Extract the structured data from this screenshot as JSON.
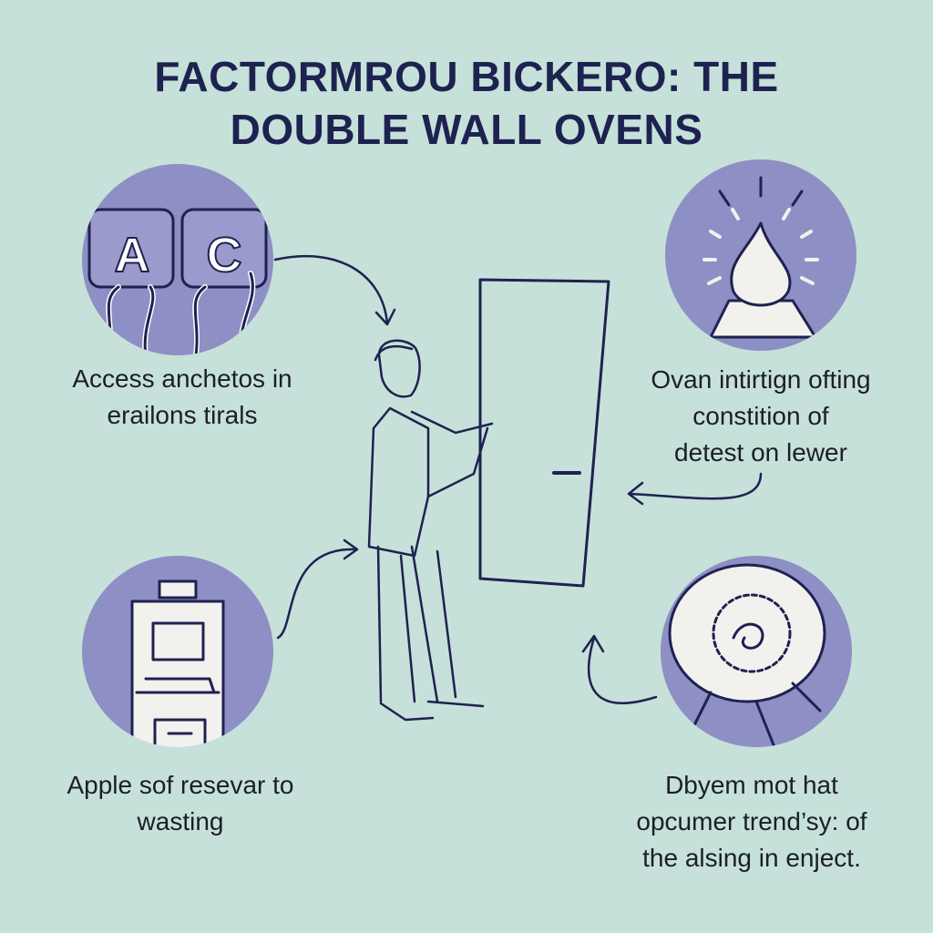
{
  "title": {
    "line1": "FACTORMROU BICKERO: THE",
    "line2": "DOUBLE WALL OVENS"
  },
  "colors": {
    "background": "#c6e1d9",
    "circle": "#8e8fc4",
    "ink": "#1e2250"
  },
  "panels": [
    {
      "icon": "keyboard-keys-icon",
      "keys": [
        "A",
        "C"
      ],
      "lines": [
        "Access anchetos in",
        "erailons tirals"
      ]
    },
    {
      "icon": "glowing-flame-icon",
      "lines": [
        "Ovan intirtign ofting",
        "constition of",
        "detest on lewer"
      ]
    },
    {
      "icon": "oven-appliance-icon",
      "lines": [
        "Apple sof resevar to",
        "wasting"
      ]
    },
    {
      "icon": "swirl-pastry-icon",
      "lines": [
        "Dbyem mot hat",
        "opcumer trend’sy: of",
        "the alsing in enject."
      ]
    }
  ]
}
